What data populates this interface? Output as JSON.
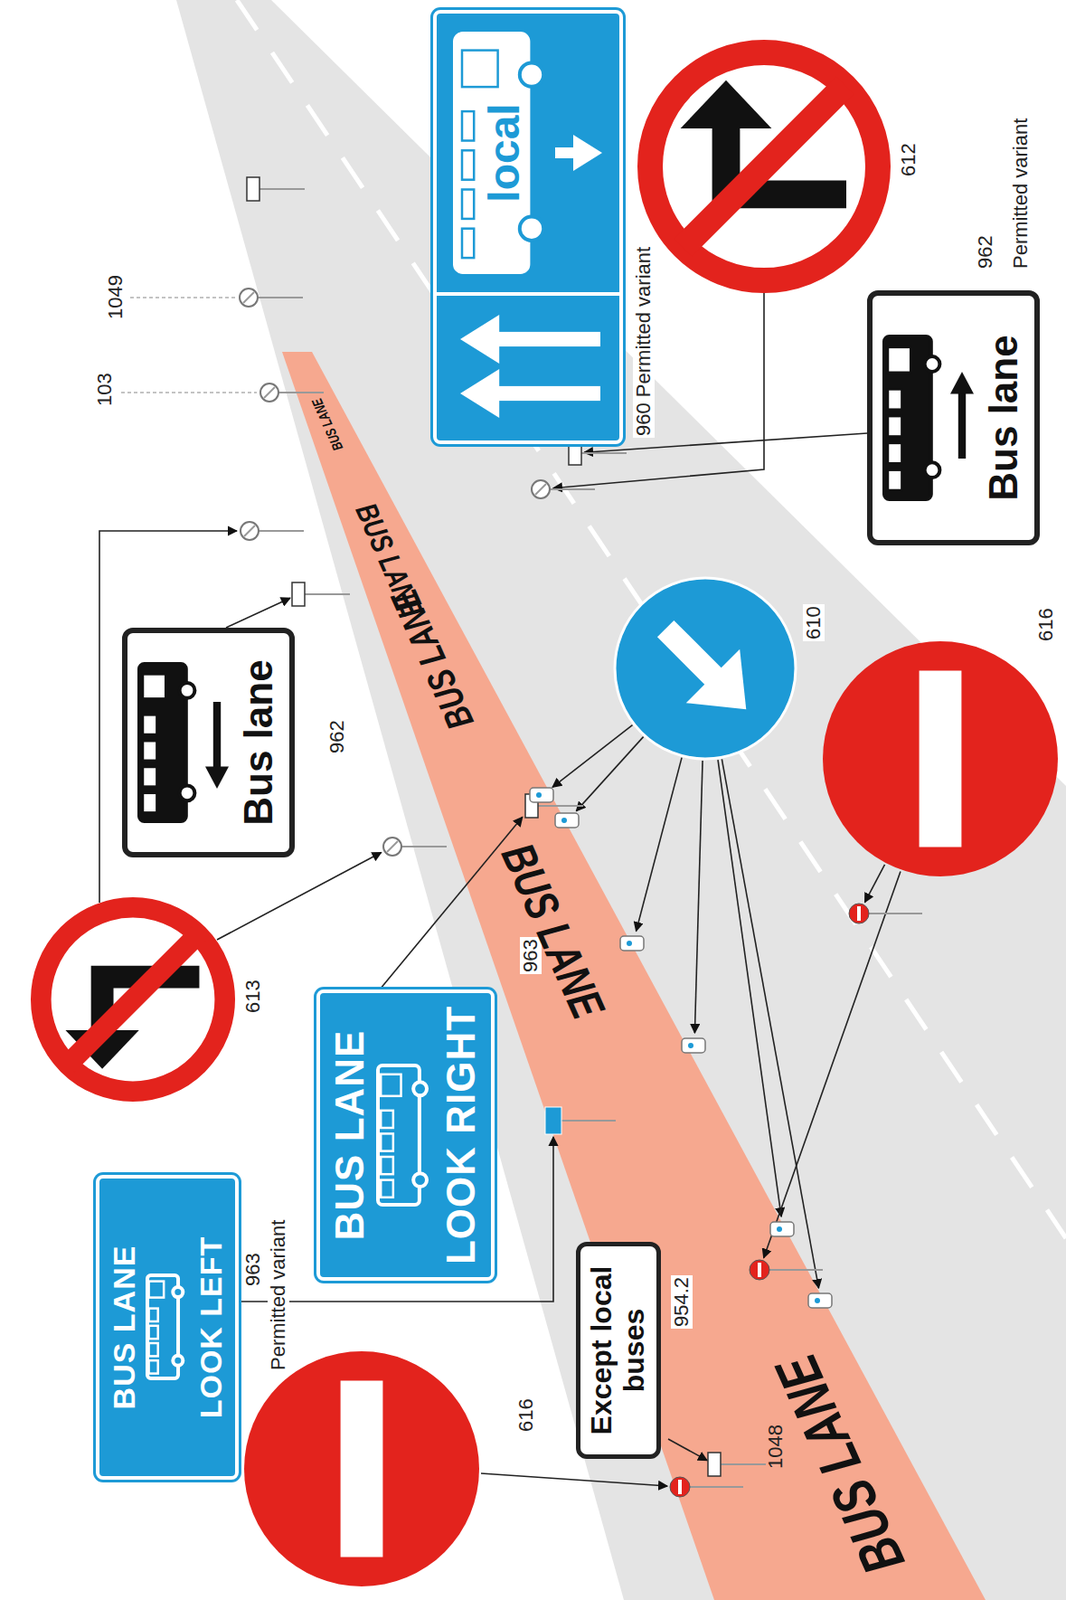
{
  "diagram": {
    "nodes": [
      {
        "text": [
          "BUS LANE",
          "LOOK LEFT"
        ]
      },
      {
        "text": [
          "Except local buses"
        ]
      },
      {
        "text": [
          "BUS LANE",
          "LOOK RIGHT"
        ]
      },
      {
        "text": [
          "Bus lane"
        ]
      },
      {
        "text": [
          "local"
        ]
      },
      {
        "text": [
          "Bus lane"
        ]
      }
    ],
    "labels": [
      "963",
      "Permitted variant",
      "616",
      "954.2",
      "1048",
      "963",
      "613",
      "962",
      "103",
      "1049",
      "960 Permitted variant",
      "612",
      "610",
      "962",
      "Permitted variant",
      "616",
      "BUS LANE",
      "BUS LANE",
      "BUS LANE",
      "BUS LANE",
      "BUS LANE"
    ]
  }
}
